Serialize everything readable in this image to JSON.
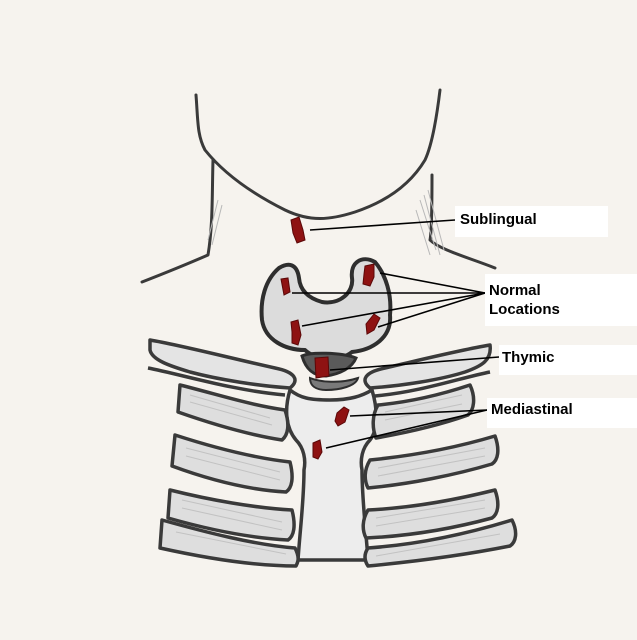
{
  "diagram": {
    "labels": {
      "sublingual": "Sublingual",
      "normal_line1": "Normal",
      "normal_line2": "Locations",
      "thymic": "Thymic",
      "mediastinal": "Mediastinal"
    },
    "colors": {
      "gland": "#8e1212",
      "outline": "#3a3a3a",
      "shading": "#cfcfcf",
      "paper": "#f6f3ee"
    }
  }
}
